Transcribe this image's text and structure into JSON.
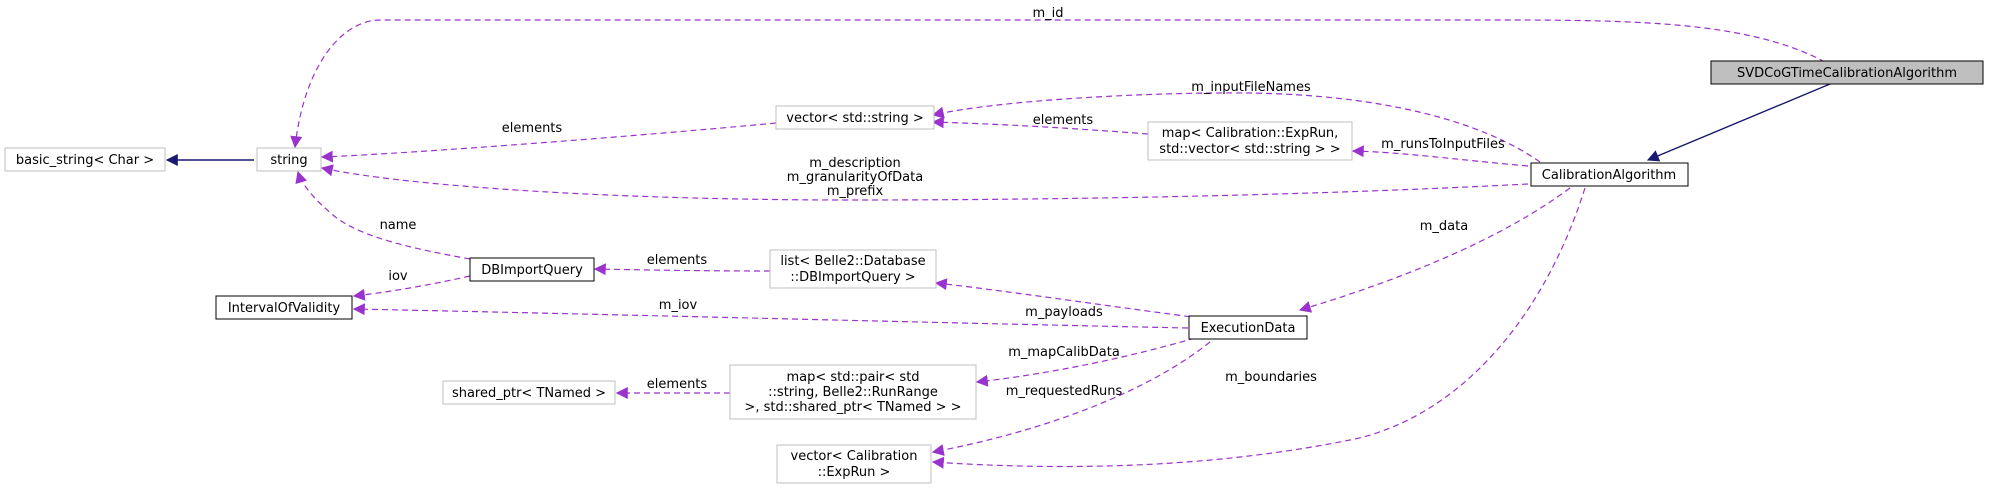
{
  "nodes": {
    "svdcog": "SVDCoGTimeCalibrationAlgorithm",
    "calib": "CalibrationAlgorithm",
    "exec": "ExecutionData",
    "string": "string",
    "basic_string": "basic_string< Char >",
    "interval": "IntervalOfValidity",
    "dbimport": "DBImportQuery",
    "vector_string": "vector< std::string >",
    "map_exprun": [
      "map< Calibration::ExpRun,",
      "std::vector< std::string > >"
    ],
    "list_db": [
      "list< Belle2::Database",
      "::DBImportQuery >"
    ],
    "shared_tnamed": "shared_ptr< TNamed >",
    "map_pair": [
      "map< std::pair< std",
      "::string, Belle2::RunRange",
      ">, std::shared_ptr< TNamed > >"
    ],
    "vector_exprun": [
      "vector< Calibration",
      "::ExpRun >"
    ]
  },
  "edges": {
    "m_id": "m_id",
    "m_inputFileNames": "m_inputFileNames",
    "elements_vec_str": "elements",
    "elements_map_vec": "elements",
    "m_runsToInputFiles": "m_runsToInputFiles",
    "m_desc": [
      "m_description",
      "m_granularityOfData",
      "m_prefix"
    ],
    "m_data": "m_data",
    "name": "name",
    "iov": "iov",
    "elements_list_db": "elements",
    "m_payloads": "m_payloads",
    "m_iov": "m_iov",
    "m_mapCalibData": "m_mapCalibData",
    "elements_map_shared": "elements",
    "m_requestedRuns": "m_requestedRuns",
    "m_boundaries": "m_boundaries"
  },
  "colors": {
    "inheritance": "#191970",
    "usage": "#9a32cd",
    "active_fill": "#bfbfbf"
  }
}
